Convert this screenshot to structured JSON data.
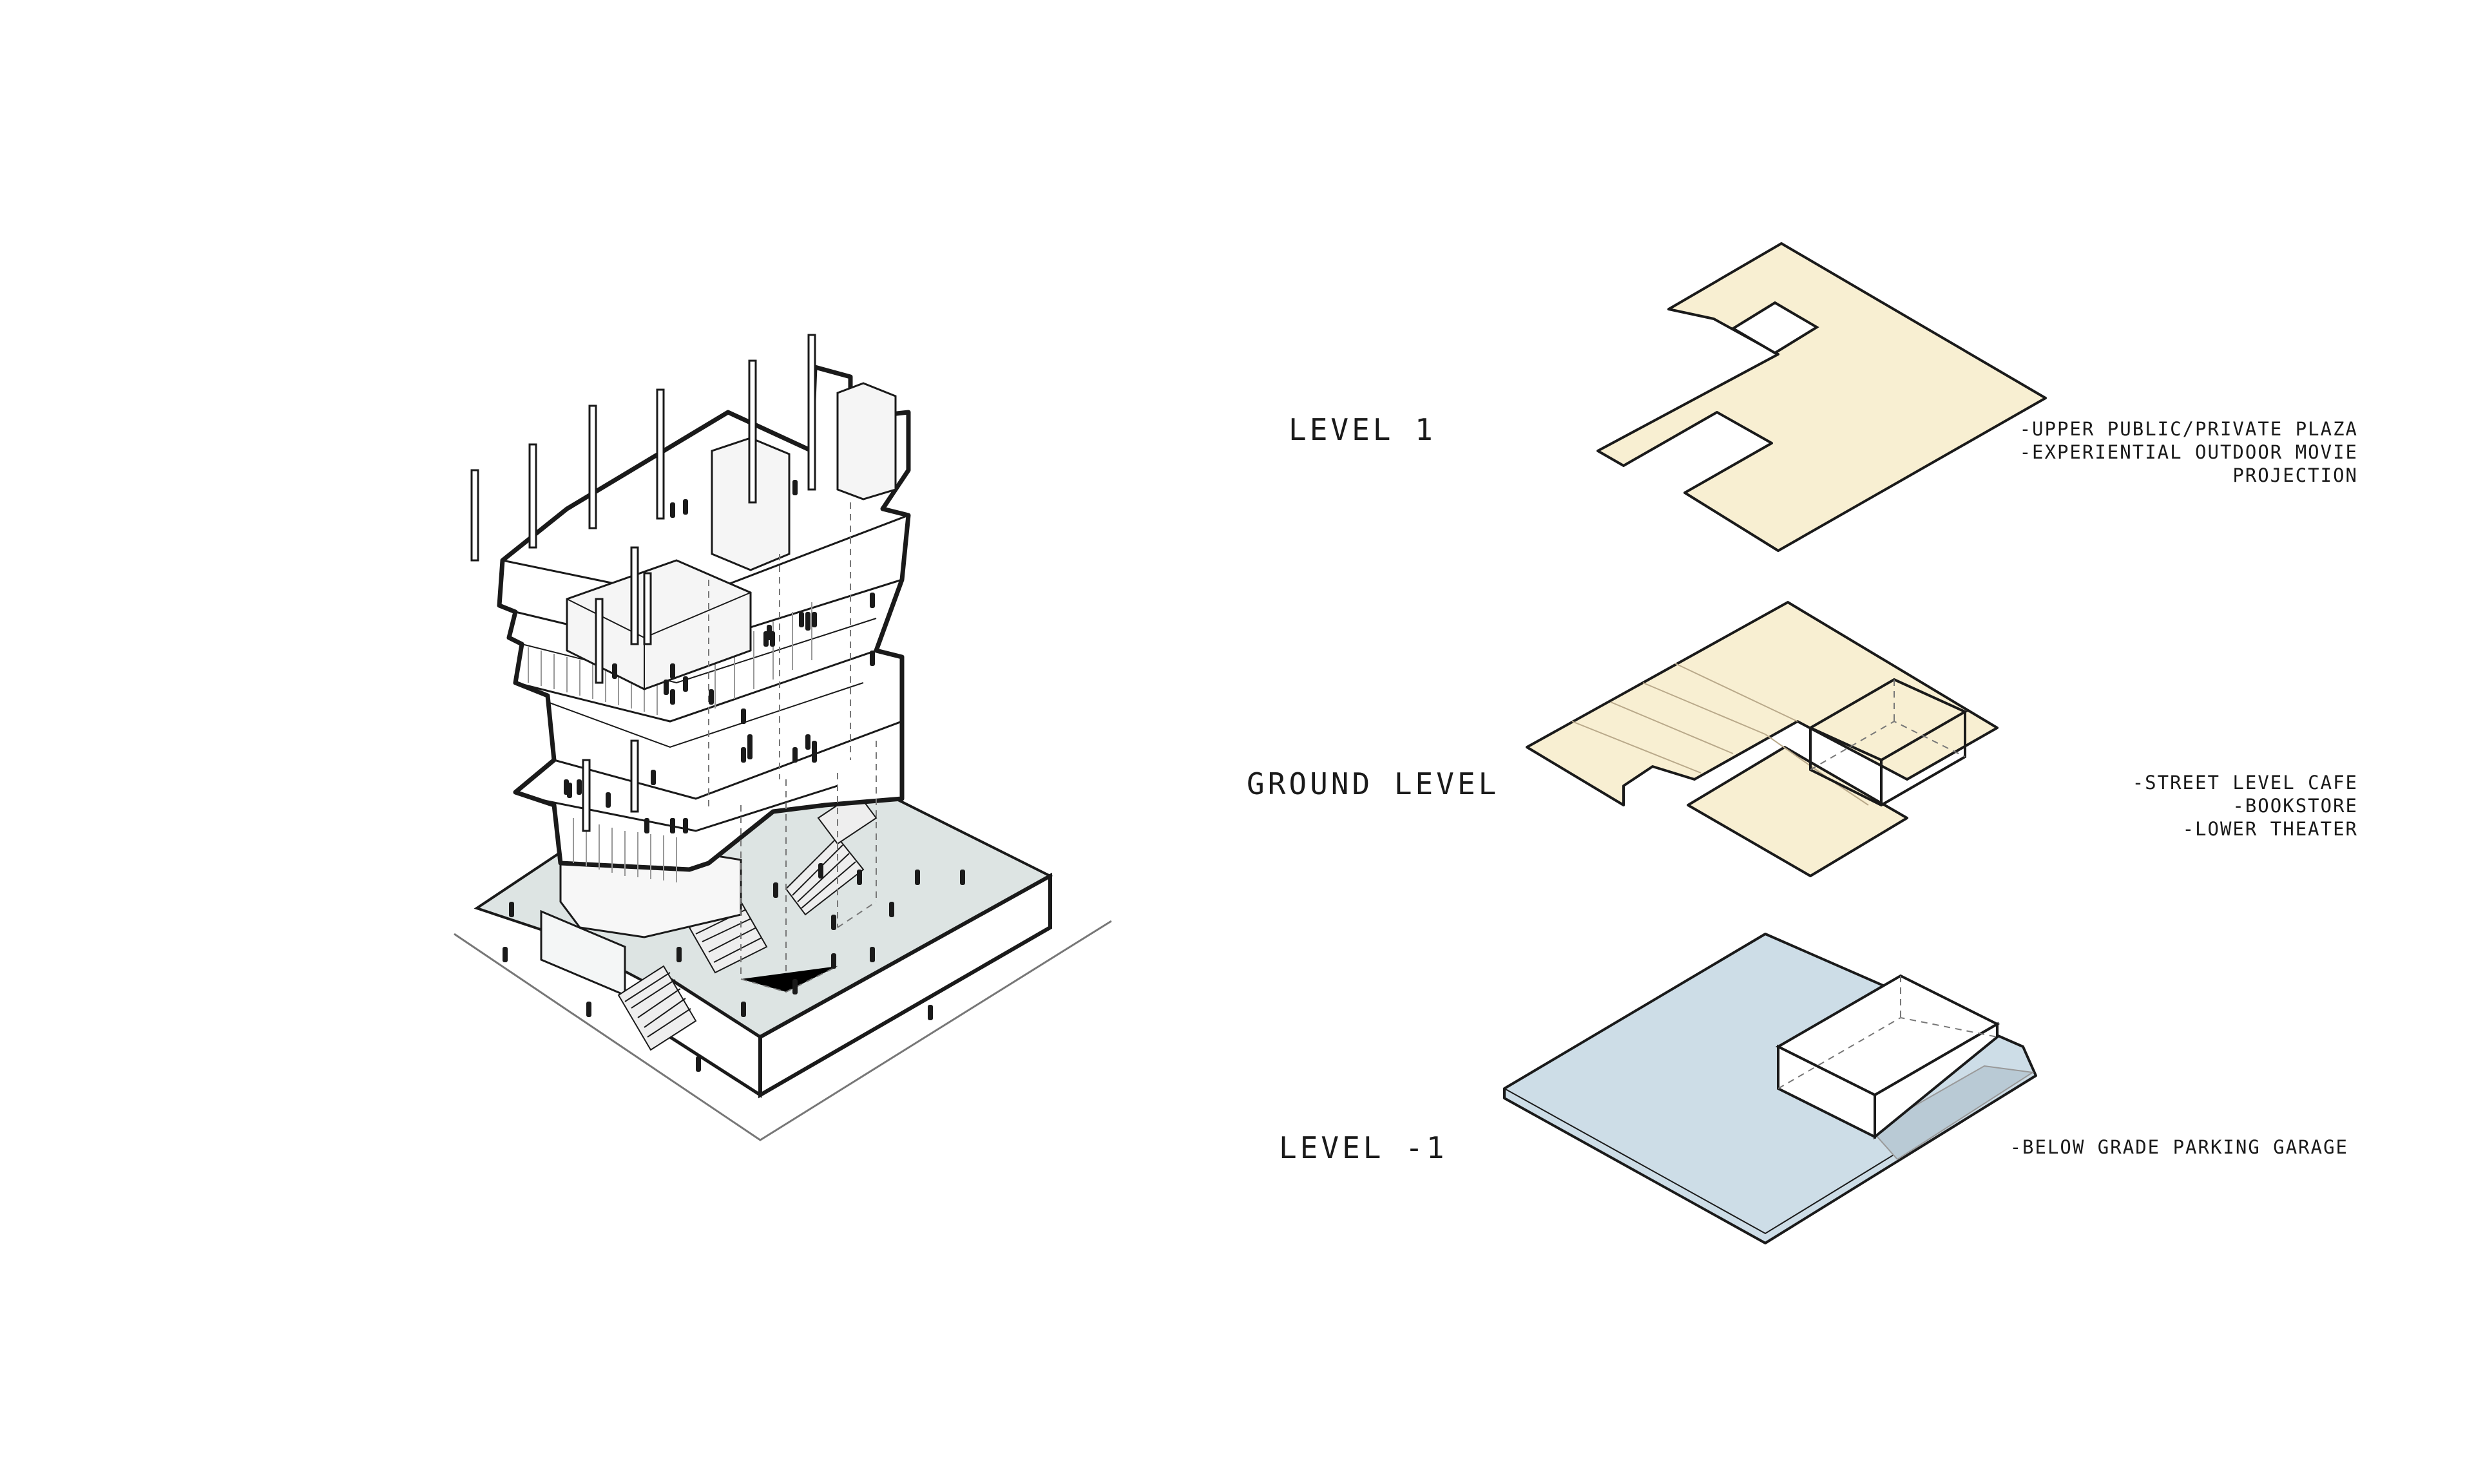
{
  "labels": {
    "level1": "LEVEL 1",
    "ground": "GROUND LEVEL",
    "levelm1": "LEVEL -1"
  },
  "programs": {
    "level1": [
      "-UPPER PUBLIC/PRIVATE PLAZA",
      "-EXPERIENTIAL OUTDOOR MOVIE",
      "PROJECTION"
    ],
    "ground": [
      "-STREET LEVEL CAFE",
      "-BOOKSTORE",
      "-LOWER THEATER"
    ],
    "levelm1": [
      "-BELOW GRADE PARKING GARAGE"
    ]
  },
  "colors": {
    "plaza_fill": "#f8efd2",
    "garage_fill": "#cddde7",
    "ground_plane": "#dde4e3",
    "line": "#1a1a1a"
  }
}
